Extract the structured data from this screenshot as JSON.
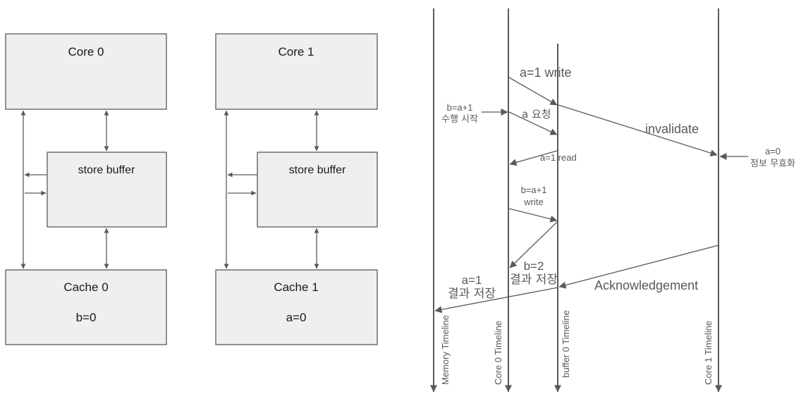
{
  "left_diagram": {
    "core0": {
      "title": "Core 0",
      "buffer": "store buffer",
      "cache": "Cache 0",
      "cache_value": "b=0"
    },
    "core1": {
      "title": "Core 1",
      "buffer": "store buffer",
      "cache": "Cache 1",
      "cache_value": "a=0"
    }
  },
  "timelines": {
    "memory": "Memory Timeline",
    "core0": "Core 0 Timeline",
    "buffer0": "buffer 0 Timeline",
    "core1": "Core 1 Timeline"
  },
  "messages": {
    "a1_write": "a=1 write",
    "start_line1": "b=a+1",
    "start_line2": "수행 시작",
    "a_request": "a 요청",
    "invalidate": "invalidate",
    "a0_line1": "a=0",
    "a0_line2": "정보 무효화",
    "a1_read": "a=1 read",
    "b_write_line1": "b=a+1",
    "b_write_line2": "write",
    "b2_line1": "b=2",
    "b2_line2": "결과 저장",
    "a1_result_line1": "a=1",
    "a1_result_line2": "결과 저장",
    "ack": "Acknowledgement"
  }
}
